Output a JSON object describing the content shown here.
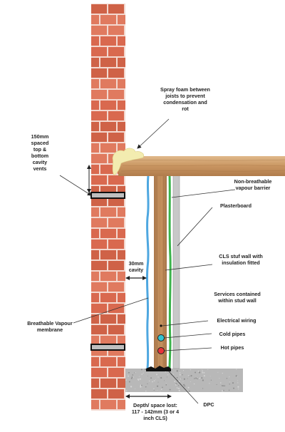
{
  "colors": {
    "brick": "#d9694f",
    "mortar": "#f3d8cf",
    "timber": "#c99561",
    "stud": "#b5865a",
    "concrete": "#b8b8b8",
    "plasterboard": "#c8c8c8",
    "breathable_membrane": "#4ea7e0",
    "vapour_barrier": "#3ab34a",
    "spray_foam": "#f3ecb0",
    "cold_pipe": "#33c4d0",
    "hot_pipe": "#e8333a"
  },
  "labels": {
    "spray_foam": "Spray foam between\njoists to prevent\ncondensation and\nrot",
    "cavity_vents": "150mm\nspaced\ntop &\nbottom\ncavity\nvents",
    "vapour_barrier": "Non-breathable\nvapour barrier",
    "plasterboard": "Plasterboard",
    "cavity": "30mm\ncavity",
    "cls_wall": "CLS stuf wall with\ninsulation fitted",
    "services": "Services contained\nwithin stud wall",
    "breathable_membrane": "Breathable  Vapour\nmembrane",
    "electrical": "Electrical wiring",
    "cold_pipes": "Cold pipes",
    "hot_pipes": "Hot pipes",
    "dpc": "DPC",
    "depth_lost": "Depth/ space lost:\n117 - 142mm (3 or 4\ninch CLS)"
  }
}
